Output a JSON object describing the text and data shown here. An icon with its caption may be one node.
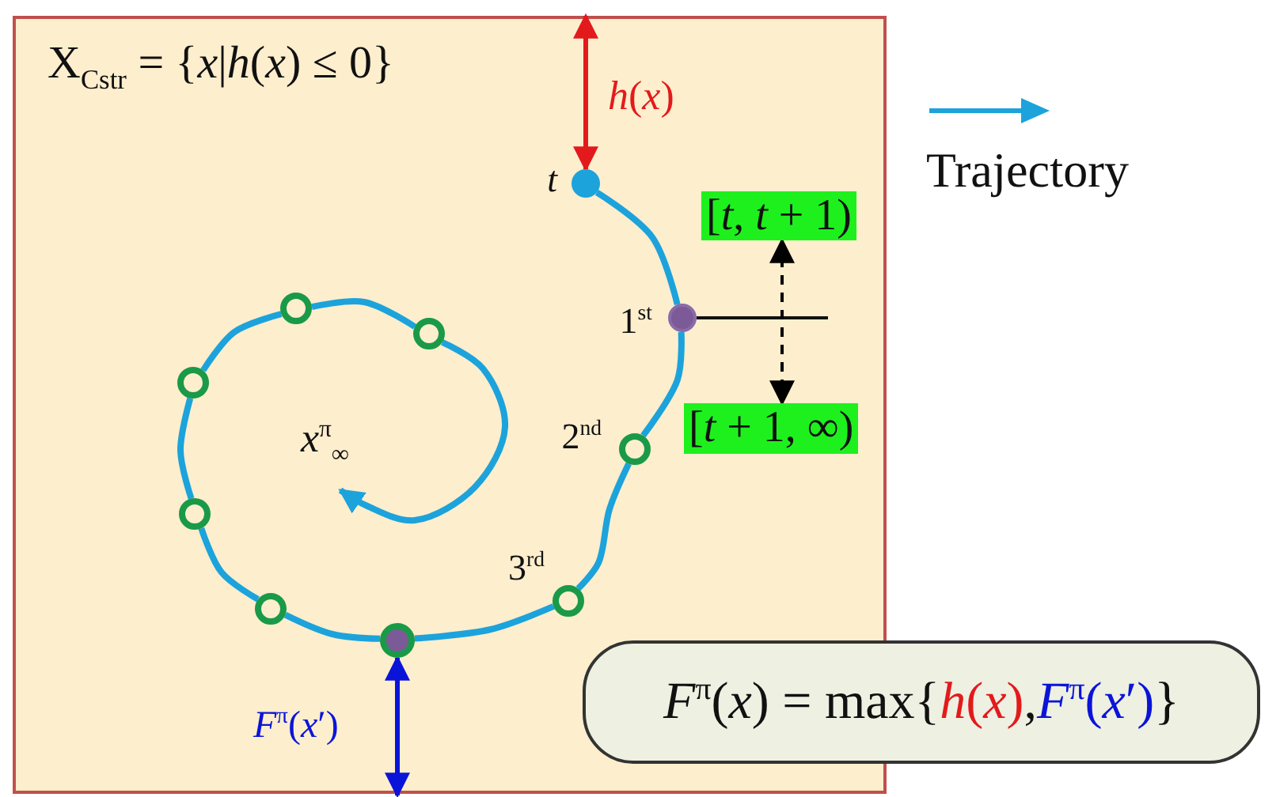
{
  "diagram": {
    "nodes": [
      {
        "text": [
          "X$_{Cstr}$ = {*x*|*h*(*x*) ≤ 0}"
        ]
      },
      {
        "text": [],
        "shape": "circle",
        "beside": [
          "*t*"
        ],
        "in": 0
      },
      {
        "text": [],
        "shape": "circle",
        "beside": [
          "1$^{st}$"
        ],
        "in": 0
      },
      {
        "text": [],
        "shape": "circle",
        "beside": [
          "2$^{nd}$"
        ],
        "in": 0
      },
      {
        "text": [],
        "shape": "circle",
        "beside": [
          "3$^{rd}$"
        ],
        "in": 0
      },
      {
        "text": [],
        "shape": "circle",
        "in": 0
      },
      {
        "text": [],
        "shape": "circle",
        "in": 0
      },
      {
        "text": [],
        "shape": "circle",
        "in": 0
      },
      {
        "text": [],
        "shape": "circle",
        "in": 0
      },
      {
        "text": [],
        "shape": "circle",
        "in": 0
      },
      {
        "text": [],
        "shape": "circle",
        "in": 0
      },
      {
        "text": [
          "[*t*, *t* + 1)"
        ],
        "in": 0
      },
      {
        "text": [
          "[*t* + 1, ∞)"
        ],
        "in": 0
      },
      {
        "text": [
          "*F*$^{π}$(*x*) = max{",
          "*h*(*x*)",
          ",",
          "*F*$^{π}$(*x*′)",
          "}"
        ]
      }
    ],
    "edges": [
      {
        "from": 1,
        "to": 2,
        "arrow": "none"
      },
      {
        "from": 2,
        "to": 3,
        "arrow": "none"
      },
      {
        "from": 3,
        "to": 4,
        "arrow": "none"
      },
      {
        "from": 4,
        "to": 5,
        "arrow": "none"
      },
      {
        "from": 5,
        "to": 6,
        "arrow": "none"
      },
      {
        "from": 6,
        "to": 7,
        "arrow": "none"
      },
      {
        "from": 7,
        "to": 8,
        "arrow": "none"
      },
      {
        "from": 8,
        "to": 9,
        "arrow": "none"
      },
      {
        "from": 9,
        "to": 10,
        "arrow": "none"
      },
      {
        "from": 10,
        "to": null,
        "arrow": "to"
      },
      {
        "from": 0,
        "to": 1,
        "arrow": "both",
        "label": "*h*(*x*)",
        "color": "#e31a1c"
      },
      {
        "from": 5,
        "to": null,
        "arrow": "both",
        "label": "*F*$^{π}$(*x*′)",
        "color": "#0a14d8"
      },
      {
        "from": 11,
        "to": 12,
        "arrow": "both",
        "style": "dashed",
        "color": "#000000"
      }
    ],
    "labels": [
      "*x*$^{π}$$_{∞}$"
    ],
    "legend": [
      {
        "text": "Trajectory"
      }
    ]
  }
}
